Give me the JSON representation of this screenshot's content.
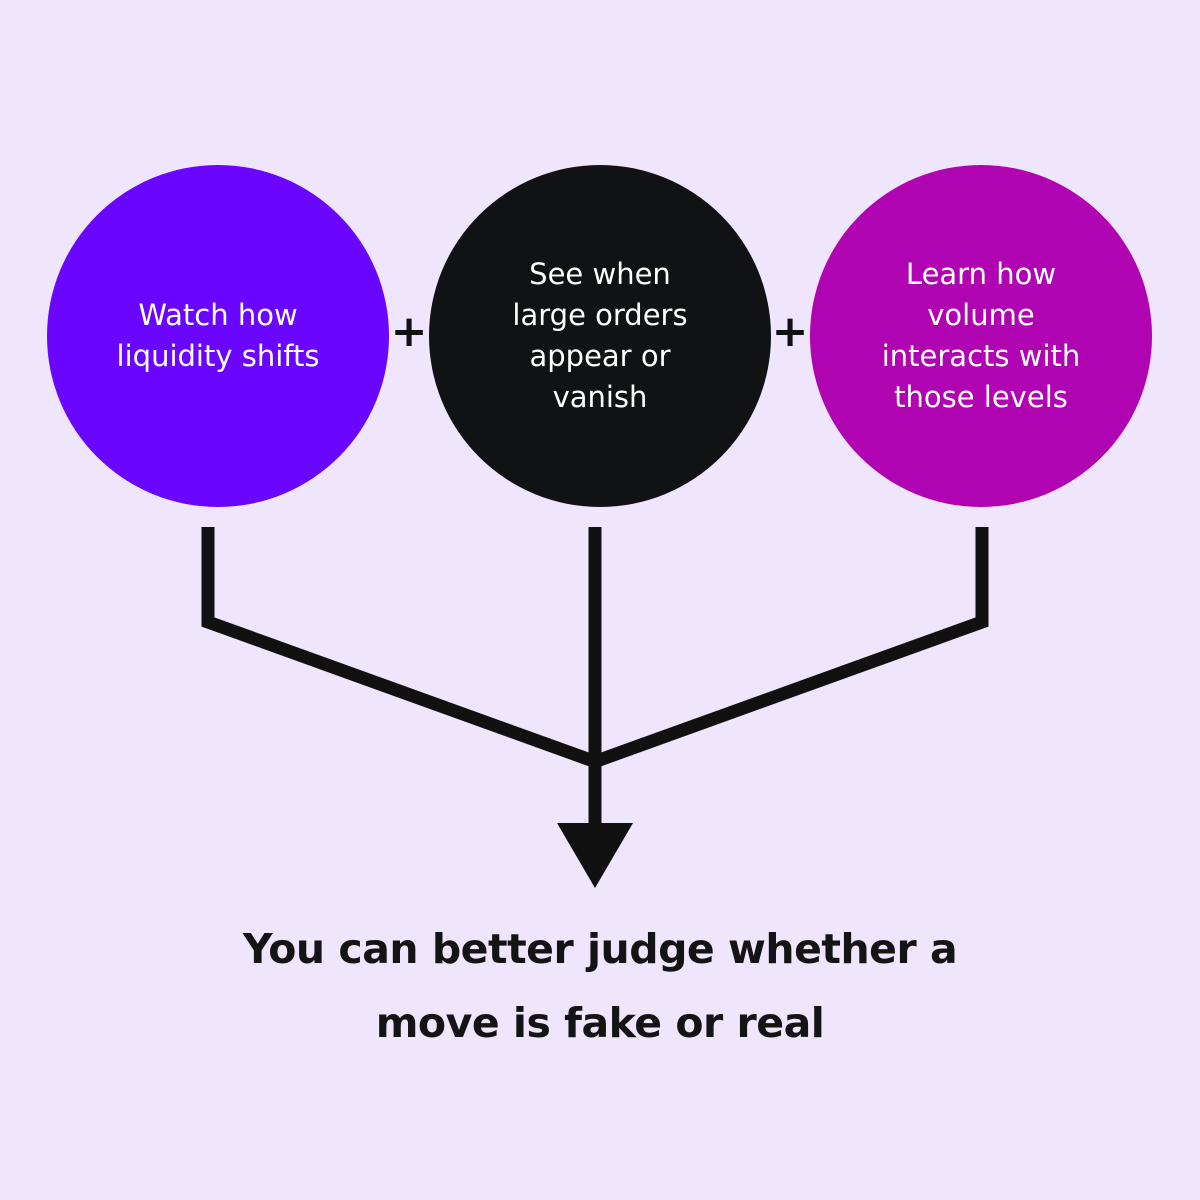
{
  "steps": [
    {
      "text": "Watch how\nliquidity shifts",
      "color": "#6A05FF"
    },
    {
      "text": "See when\nlarge orders\nappear or\nvanish",
      "color": "#111213"
    },
    {
      "text": "Learn how\nvolume\ninteracts with\nthose levels",
      "color": "#B003B2"
    }
  ],
  "operator": "+",
  "conclusion": "You can better judge whether a\nmove is fake or real",
  "colors": {
    "background": "#EFE5FD",
    "lines": "#111111"
  }
}
